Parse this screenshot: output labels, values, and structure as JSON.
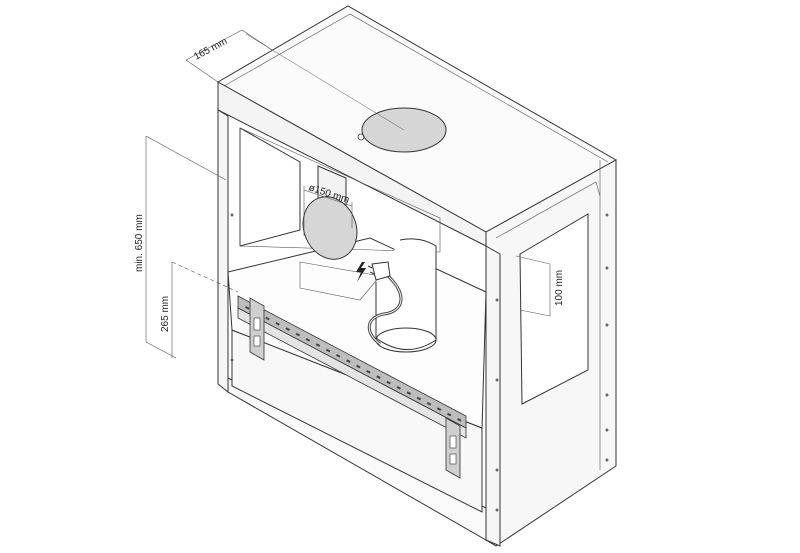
{
  "dimensions": {
    "depth": "165 mm",
    "duct_diameter": "ø150 mm",
    "min_height": "min. 650 mm",
    "bracket_height": "265 mm",
    "side_offset": "100 mm"
  },
  "colors": {
    "outline": "#333333",
    "duct_fill": "#d6d6d6",
    "cable": "#444444",
    "rail_fill": "#bdbdbd"
  },
  "icons": {
    "power": "lightning-bolt-icon",
    "plug": "power-plug-icon"
  }
}
